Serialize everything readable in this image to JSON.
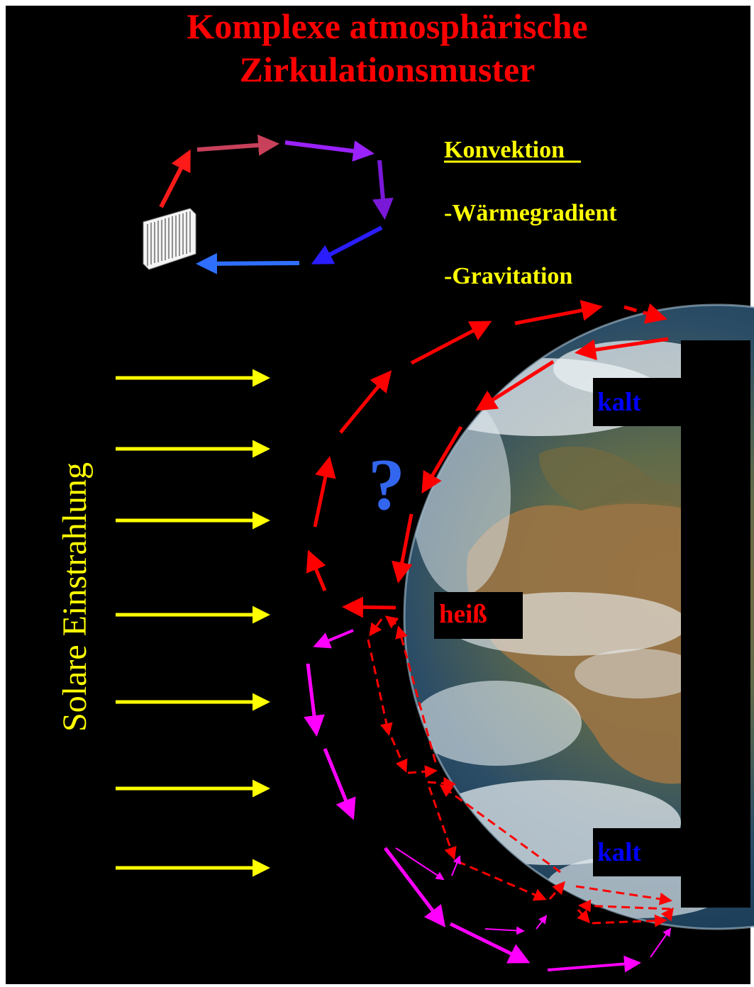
{
  "title": {
    "line1": "Komplexe atmosphärische",
    "line2": "Zirkulationsmuster"
  },
  "convection": {
    "heading": "Konvektion",
    "item1": "-Wärmegradient",
    "item2": "-Gravitation"
  },
  "solar_label": "Solare Einstrahlung",
  "question_mark": "?",
  "zone_labels": {
    "north": "kalt",
    "equator": "heiß",
    "south": "kalt"
  },
  "colors": {
    "background": "#000000",
    "title": "#ff0000",
    "convection_text": "#ffff00",
    "solar": "#ffff00",
    "cold_label": "#0000ff",
    "hot_label": "#ff0000",
    "question": "#3366ee",
    "circulation_red": "#ff0000",
    "circulation_magenta": "#ff00ff"
  },
  "icons": {
    "heater": "radiator-icon",
    "earth": "earth-globe"
  }
}
